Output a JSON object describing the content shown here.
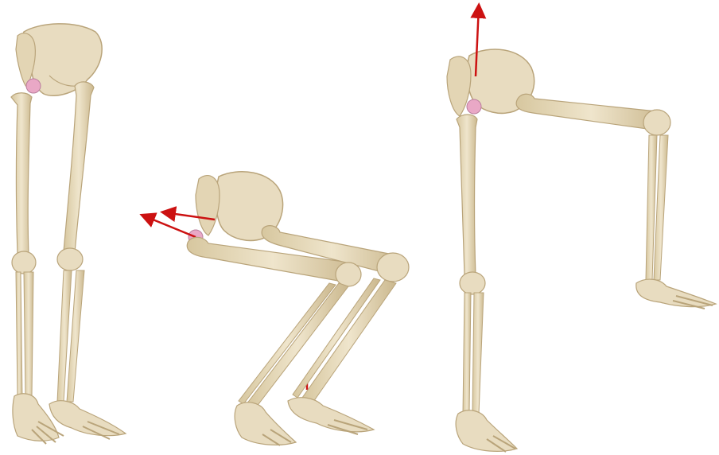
{
  "figures": [
    {
      "id": "standing",
      "label": ""
    },
    {
      "id": "squat",
      "label": ""
    },
    {
      "id": "hip-flexion",
      "label": ""
    }
  ],
  "colors": {
    "bone_fill": "#e8dcc0",
    "bone_shade": "#cdb98f",
    "bone_outline": "#b9a47a",
    "joint_cartilage": "#e9a8c6",
    "force_arrow": "#cc1111",
    "background": "#ffffff"
  },
  "icons": [
    "force-arrow"
  ]
}
